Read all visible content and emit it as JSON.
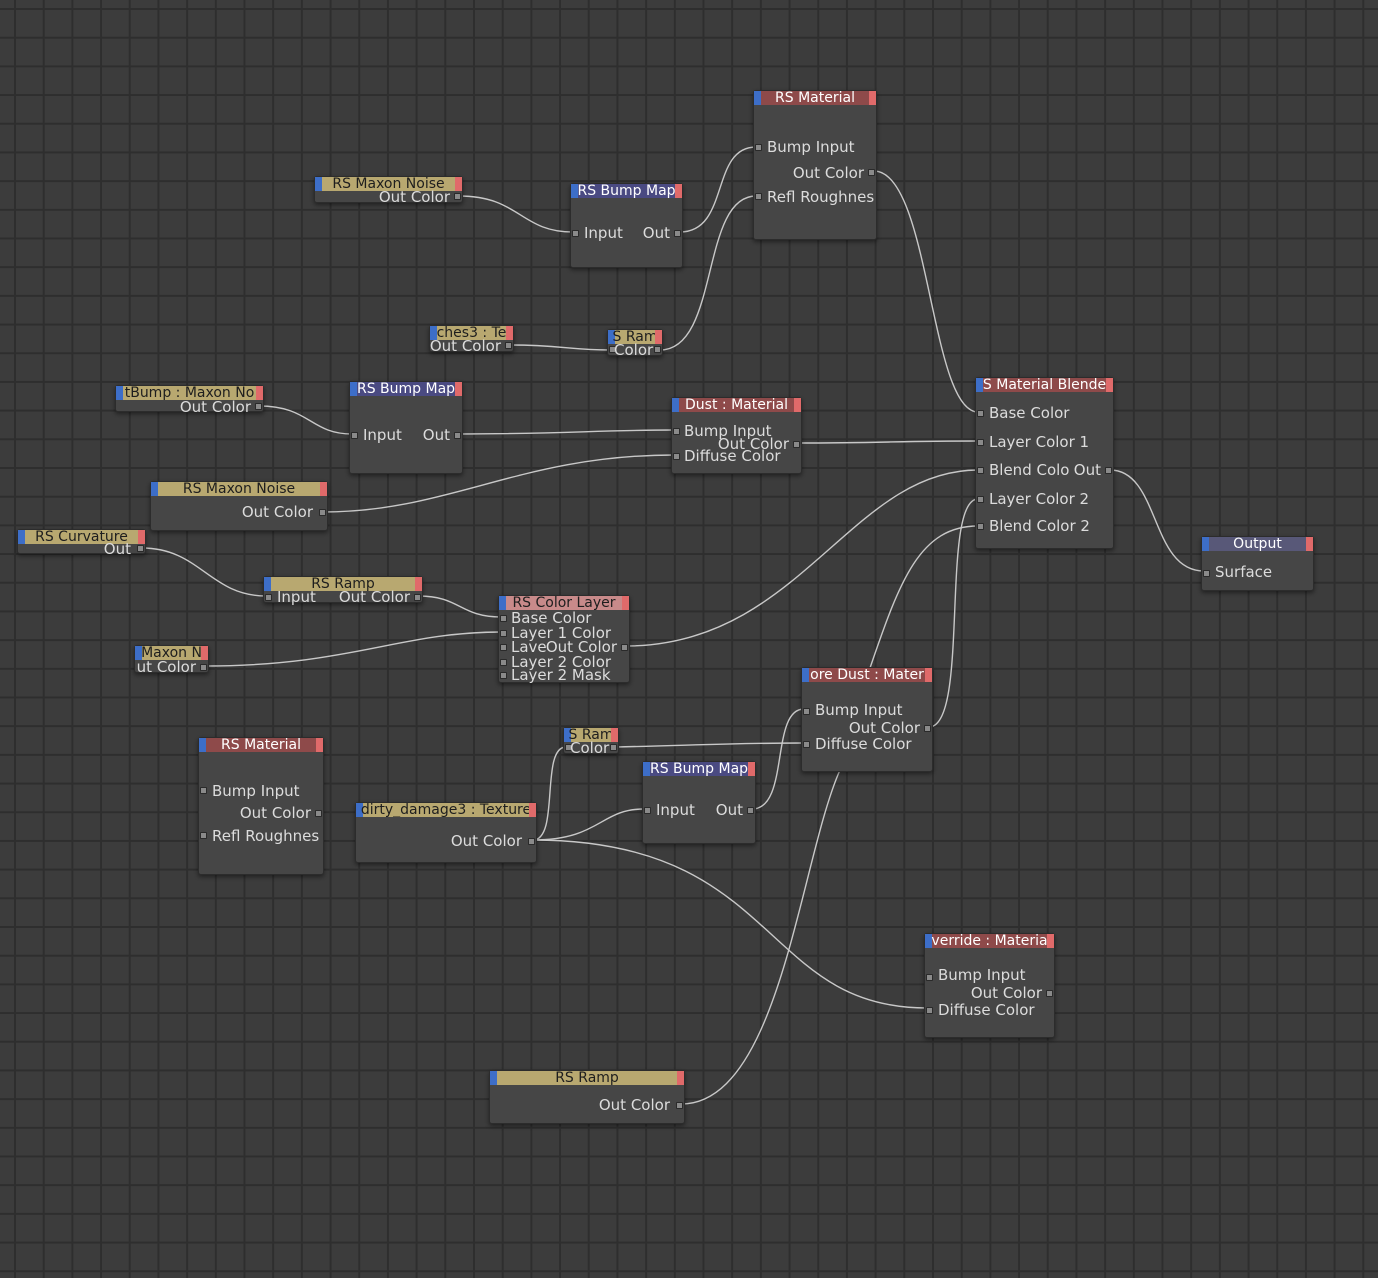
{
  "colors": {
    "background": "#3c3c3c",
    "grid": "#2e2e2e",
    "node_body": "#464646",
    "wire": "#c8c8c8",
    "header_material": "#8e4a4a",
    "header_bump": "#4a4a82",
    "header_texture": "#b8a870",
    "header_layer": "#c88a8a",
    "header_output": "#585878",
    "port_left_accent": "#3d6ec8",
    "port_right_accent": "#e06a6a"
  },
  "nodes": {
    "rs_material_top": {
      "title": "RS Material",
      "bump_input": "Bump Input",
      "out_color": "Out Color",
      "refl": "Refl Roughnes"
    },
    "maxon_noise_top": {
      "title": "RS Maxon Noise",
      "out_color": "Out Color"
    },
    "bump_map_top": {
      "title": "RS Bump Map",
      "input": "Input",
      "out": "Out"
    },
    "tex_ches3": {
      "title": "ches3 : Te",
      "out_color": "Out Color"
    },
    "ramp_small_top": {
      "title": "S Ram",
      "color": "Color"
    },
    "tbump_noise": {
      "title": "tBump : Maxon No",
      "out_color": "Out Color"
    },
    "bump_map_mid": {
      "title": "RS Bump Map",
      "input": "Input",
      "out": "Out"
    },
    "dust_material": {
      "title": "Dust : Material",
      "bump_input": "Bump Input",
      "out_color": "Out Color",
      "diffuse_color": "Diffuse Color"
    },
    "maxon_noise_mid": {
      "title": "RS Maxon Noise",
      "out_color": "Out Color"
    },
    "curvature": {
      "title": "RS Curvature",
      "out": "Out"
    },
    "ramp_mid": {
      "title": "RS Ramp",
      "input": "Input",
      "out_color": "Out Color"
    },
    "color_layer": {
      "title": "RS Color Layer",
      "base_color": "Base Color",
      "layer1_color": "Layer 1 Color",
      "lave": "Lave",
      "out_color": "Out Color",
      "layer2_color": "Layer 2 Color",
      "layer2_mask": "Layer 2 Mask"
    },
    "maxon_small": {
      "title": "Maxon N",
      "out_color": "ut Color"
    },
    "material_blender": {
      "title": "S Material Blende",
      "base_color": "Base Color",
      "layer_color1": "Layer Color 1",
      "blend_colo": "Blend Colo",
      "out": "Out",
      "layer_color2": "Layer Color 2",
      "blend_color2": "Blend Color 2"
    },
    "output": {
      "title": "Output",
      "surface": "Surface"
    },
    "core_dust": {
      "title": "ore Dust : Mater",
      "bump_input": "Bump Input",
      "out_color": "Out Color",
      "diffuse_color": "Diffuse Color"
    },
    "ramp_small_bot": {
      "title": "S Ram",
      "color": "Color"
    },
    "rs_material_left": {
      "title": "RS Material",
      "bump_input": "Bump Input",
      "out_color": "Out Color",
      "refl": "Refl Roughnes"
    },
    "dirty_texture": {
      "title": "dirty_damage3 : Texture",
      "out_color": "Out Color"
    },
    "bump_map_bot": {
      "title": "RS Bump Map",
      "input": "Input",
      "out": "Out"
    },
    "override_material": {
      "title": "verride : Materia",
      "bump_input": "Bump Input",
      "out_color": "Out Color",
      "diffuse_color": "Diffuse Color"
    },
    "ramp_bottom": {
      "title": "RS Ramp",
      "out_color": "Out Color"
    }
  }
}
